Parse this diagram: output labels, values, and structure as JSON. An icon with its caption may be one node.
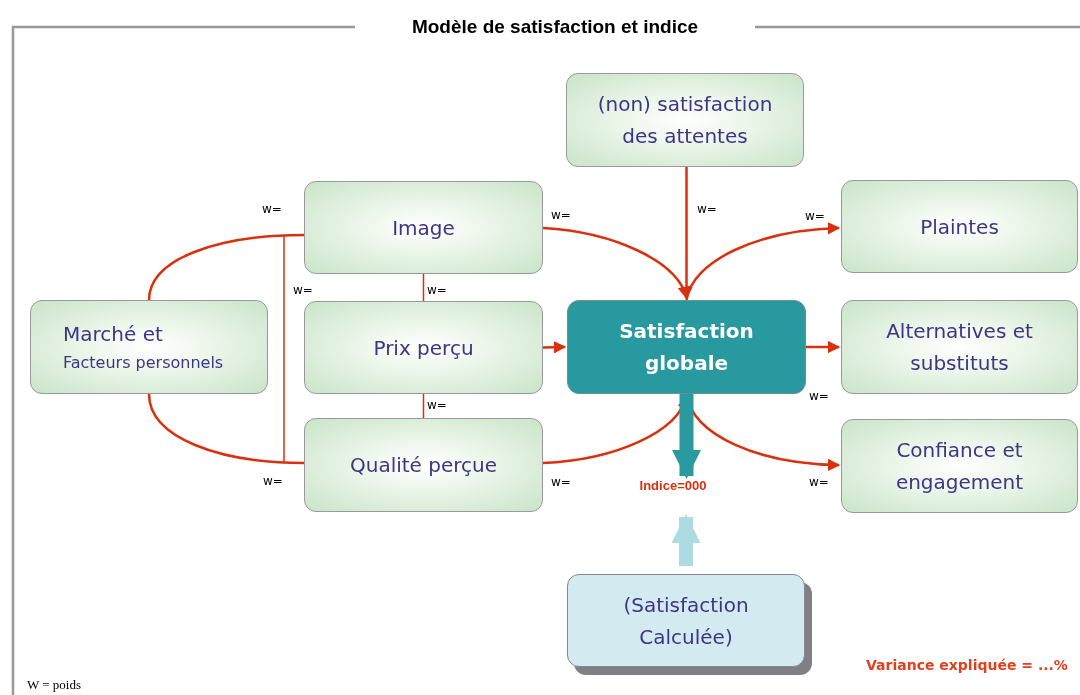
{
  "diagram": {
    "title": "Modèle de satisfaction et indice",
    "nodes": [
      {
        "text": [
          "Marché et",
          "Facteurs personnels"
        ]
      },
      {
        "text": [
          "Image"
        ]
      },
      {
        "text": [
          "Prix perçu"
        ]
      },
      {
        "text": [
          "Qualité perçue"
        ]
      },
      {
        "text": [
          "(non) satisfaction des attentes"
        ]
      },
      {
        "text": [
          "Satisfaction globale"
        ]
      },
      {
        "text": [
          "Plaintes"
        ]
      },
      {
        "text": [
          "Alternatives et substituts"
        ]
      },
      {
        "text": [
          "Confiance et engagement"
        ]
      },
      {
        "text": [
          "(Satisfaction Calculée)"
        ]
      },
      {
        "text": [
          "Indice=000"
        ]
      }
    ],
    "edges": [
      {
        "from": 0,
        "to": 1,
        "arrow": "none",
        "label": "w="
      },
      {
        "from": 0,
        "to": 3,
        "arrow": "none",
        "label": "w="
      },
      {
        "from": 1,
        "to": 3,
        "arrow": "none",
        "label": "w="
      },
      {
        "from": 1,
        "to": 2,
        "arrow": "none",
        "label": "w="
      },
      {
        "from": 2,
        "to": 3,
        "arrow": "none",
        "label": "w="
      },
      {
        "from": 1,
        "to": 5,
        "arrow": "to",
        "label": "w="
      },
      {
        "from": 2,
        "to": 5,
        "arrow": "to"
      },
      {
        "from": 3,
        "to": 5,
        "arrow": "to",
        "label": "w="
      },
      {
        "from": 4,
        "to": 5,
        "arrow": "to",
        "label": "w="
      },
      {
        "from": 5,
        "to": 6,
        "arrow": "to",
        "label": "w="
      },
      {
        "from": 5,
        "to": 7,
        "arrow": "to",
        "label": "w="
      },
      {
        "from": 5,
        "to": 8,
        "arrow": "to",
        "label": "w="
      },
      {
        "from": 5,
        "to": 10,
        "arrow": "to",
        "style": "thick",
        "color": "#2a9aa0"
      },
      {
        "from": 9,
        "to": 10,
        "arrow": "to",
        "style": "thick",
        "color": "#acdce2"
      }
    ],
    "labels": [
      "Variance expliquée = ...%",
      "W = poids"
    ]
  }
}
